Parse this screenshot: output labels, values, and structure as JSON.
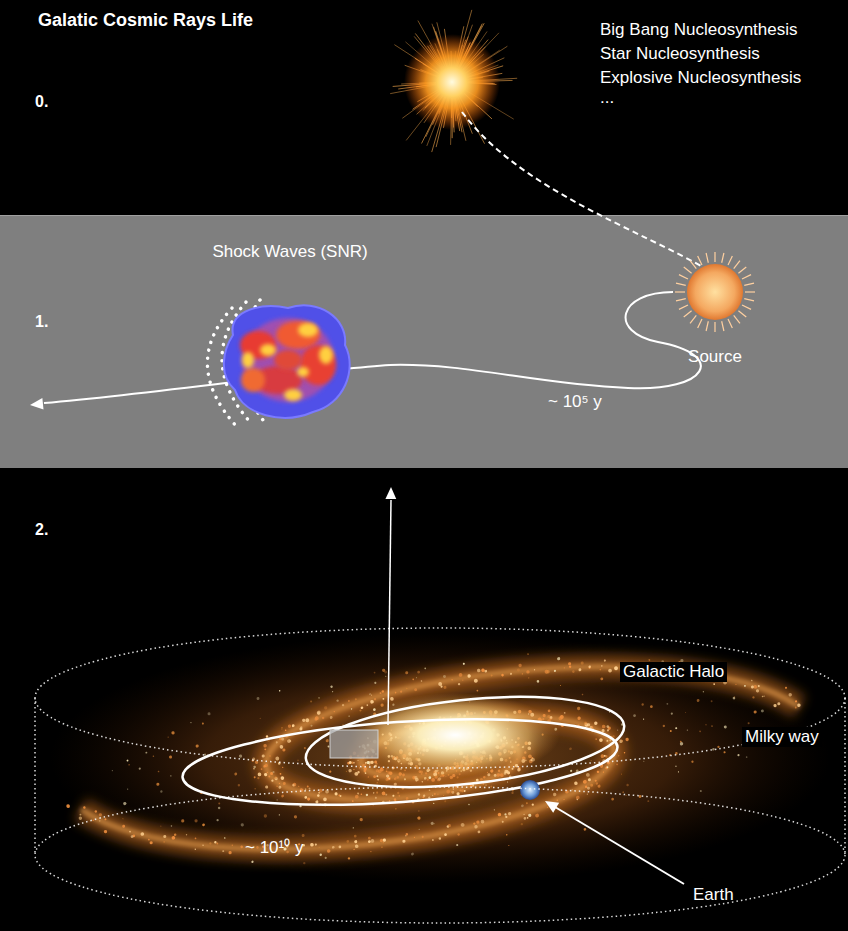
{
  "diagram": {
    "title": "Galatic Cosmic Rays Life",
    "nodes": [
      {
        "text": [
          "Shock Waves (SNR)"
        ]
      },
      {
        "text": [
          "Source"
        ]
      }
    ],
    "edges": [
      {
        "from": 1,
        "to": 0,
        "arrow": "none",
        "label": "~ 10⁵ y"
      }
    ],
    "labels": [
      "0.",
      "Big Bang Nucleosynthesis",
      "Star Nucleosynthesis",
      "Explosive Nucleosynthesis",
      "...",
      "1.",
      "2.",
      "Galactic Halo",
      "Milky way",
      "~ 10¹⁰ y",
      "Earth"
    ]
  }
}
